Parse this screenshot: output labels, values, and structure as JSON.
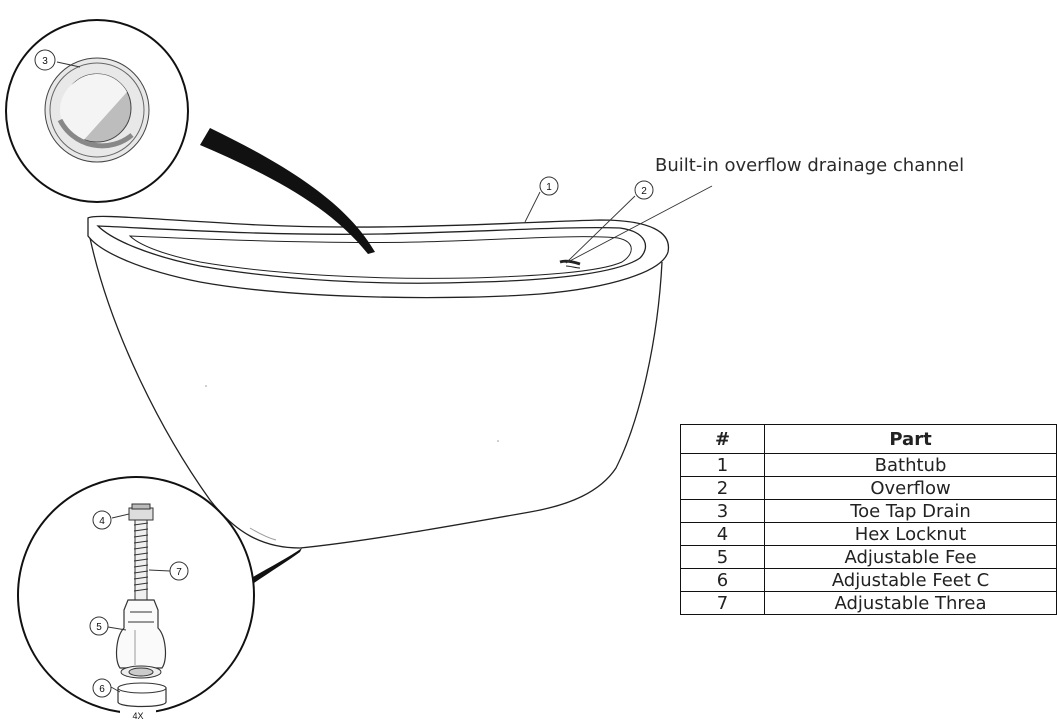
{
  "annotation": {
    "text": "Built-in overflow drainage channel"
  },
  "callouts": [
    "1",
    "2",
    "3",
    "4",
    "5",
    "6",
    "7"
  ],
  "quantity_label": "4X",
  "parts_table": {
    "headers": [
      "#",
      "Part"
    ],
    "rows": [
      {
        "num": "1",
        "part": "Bathtub"
      },
      {
        "num": "2",
        "part": "Overflow"
      },
      {
        "num": "3",
        "part": "Toe Tap Drain"
      },
      {
        "num": "4",
        "part": "Hex Locknut"
      },
      {
        "num": "5",
        "part": "Adjustable Fee"
      },
      {
        "num": "6",
        "part": "Adjustable Feet C"
      },
      {
        "num": "7",
        "part": "Adjustable Threa"
      }
    ]
  }
}
